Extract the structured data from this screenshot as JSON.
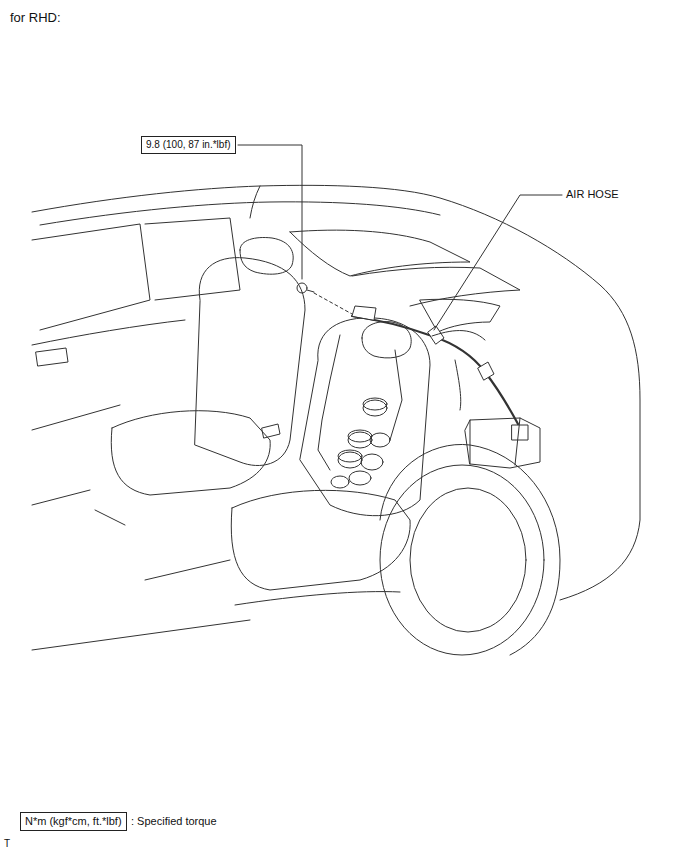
{
  "diagram": {
    "title": "for RHD:",
    "nodes": [
      {
        "text": [
          "9.8 (100, 87 in.*lbf)"
        ]
      },
      {
        "text": [
          "N*m (kgf*cm, ft.*lbf)"
        ]
      }
    ],
    "labels": [
      "AIR HOSE",
      ": Specified torque",
      "T"
    ]
  }
}
